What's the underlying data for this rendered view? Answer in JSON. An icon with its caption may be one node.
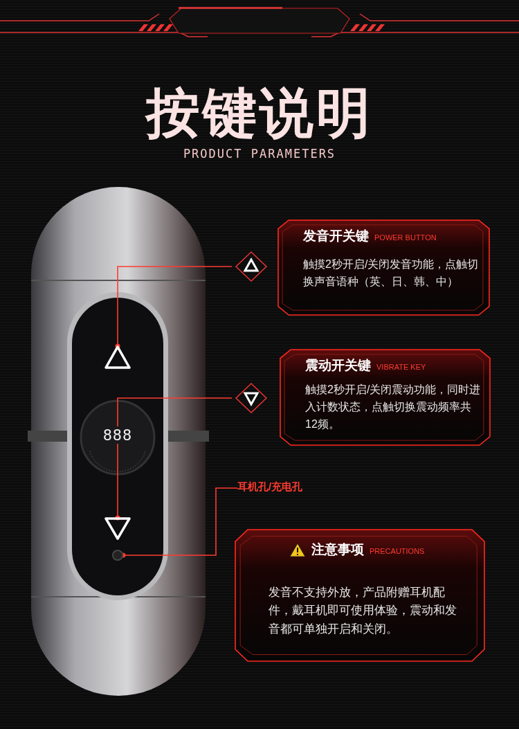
{
  "diagram": {
    "title": "按键说明",
    "nodes": [
      {
        "text": [
          "发音开关键",
          "POWER BUTTON",
          "触摸2秒开启/关闭发音功能，点触切换声音语种（英、日、韩、中）"
        ]
      },
      {
        "text": [
          "震动开关键",
          "VIBRATE KEY",
          "触摸2秒开启/关闭震动功能，同时进入计数状态，点触切换震动频率共12频。"
        ]
      },
      {
        "text": [
          "注意事项",
          "PRECAUTIONS",
          "发音不支持外放，产品附赠耳机配件，戴耳机即可使用体验，震动和发音都可单独开启和关闭。"
        ]
      },
      {
        "text": [],
        "shape": "triangle"
      },
      {
        "text": [],
        "shape": "triangle"
      },
      {
        "text": [],
        "shape": "circle"
      },
      {
        "text": [
          "耳机孔/充电孔"
        ]
      }
    ],
    "edges": [
      {
        "from": 3,
        "to": 0,
        "arrow": "other"
      },
      {
        "from": 4,
        "to": 1,
        "arrow": "other"
      },
      {
        "from": 5,
        "to": 6,
        "arrow": "other"
      }
    ],
    "labels": [
      "PRODUCT PARAMETERS",
      "888"
    ]
  }
}
